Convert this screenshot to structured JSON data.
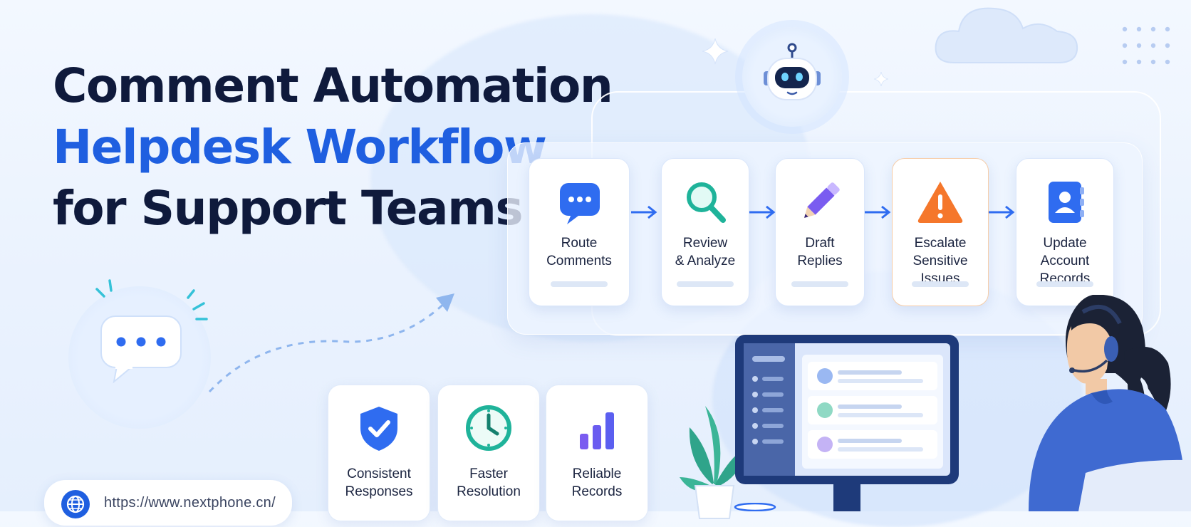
{
  "headline": {
    "line1": "Comment Automation",
    "line2": "Helpdesk Workflow",
    "line3": "for Support Teams"
  },
  "workflow_steps": [
    {
      "line1": "Route",
      "line2": "Comments",
      "icon": "chat-bubble-icon"
    },
    {
      "line1": "Review",
      "line2": "& Analyze",
      "icon": "magnifier-icon"
    },
    {
      "line1": "Draft",
      "line2": "Replies",
      "icon": "pencil-icon"
    },
    {
      "line1": "Escalate",
      "line2": "Sensitive Issues",
      "icon": "warning-icon"
    },
    {
      "line1": "Update",
      "line2": "Account Records",
      "icon": "contact-book-icon"
    }
  ],
  "benefits": [
    {
      "line1": "Consistent",
      "line2": "Responses",
      "icon": "shield-check-icon"
    },
    {
      "line1": "Faster",
      "line2": "Resolution",
      "icon": "clock-icon"
    },
    {
      "line1": "Reliable",
      "line2": "Records",
      "icon": "bar-chart-icon"
    }
  ],
  "website": {
    "url": "https://www.nextphone.cn/",
    "icon": "globe-icon"
  },
  "colors": {
    "navy": "#0f1a3c",
    "brand_blue": "#1f5fe0",
    "teal": "#1fb39a",
    "purple": "#7a5cf0",
    "orange": "#f5772b",
    "background": "#eef5ff"
  }
}
